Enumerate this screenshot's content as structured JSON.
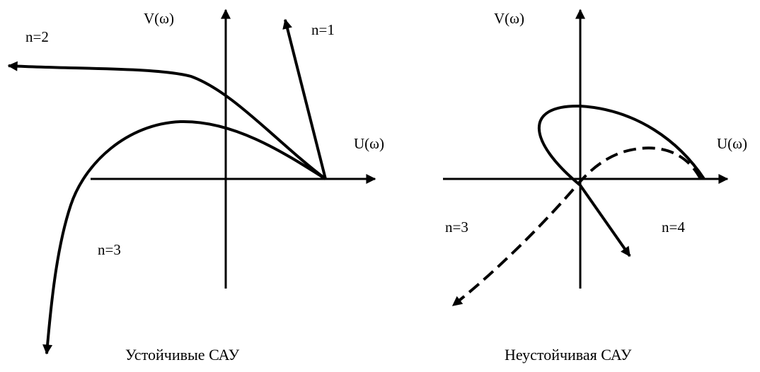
{
  "left_panel": {
    "v_axis": "V(ω)",
    "u_axis": "U(ω)",
    "curves": [
      "n=1",
      "n=2",
      "n=3"
    ],
    "caption": "Устойчивые САУ"
  },
  "right_panel": {
    "v_axis": "V(ω)",
    "u_axis": "U(ω)",
    "curves": [
      "n=3",
      "n=4"
    ],
    "caption": "Неустойчивая САУ"
  },
  "colors": {
    "stroke": "#000000",
    "background": "#ffffff"
  }
}
